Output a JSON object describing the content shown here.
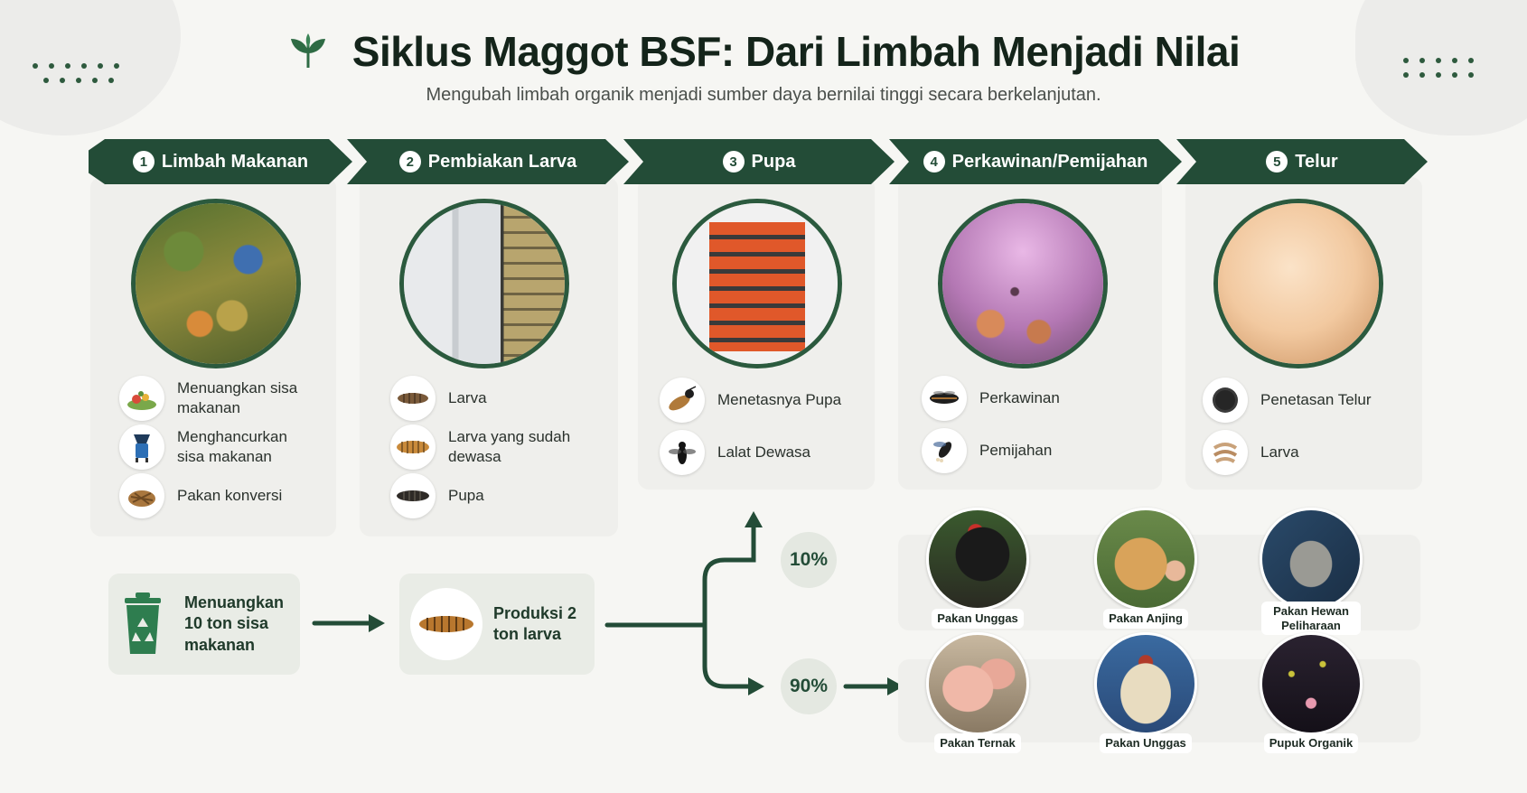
{
  "header": {
    "title": "Siklus Maggot BSF: Dari Limbah Menjadi Nilai",
    "subtitle": "Mengubah limbah organik menjadi sumber daya bernilai tinggi secara berkelanjutan."
  },
  "steps": [
    {
      "num": "1",
      "label": "Limbah Makanan",
      "items": [
        "Menuangkan sisa makanan",
        "Menghancurkan sisa makanan",
        "Pakan konversi"
      ]
    },
    {
      "num": "2",
      "label": "Pembiakan Larva",
      "items": [
        "Larva",
        "Larva yang sudah dewasa",
        "Pupa"
      ]
    },
    {
      "num": "3",
      "label": "Pupa",
      "items": [
        "Menetasnya Pupa",
        "Lalat Dewasa"
      ]
    },
    {
      "num": "4",
      "label": "Perkawinan/Pemijahan",
      "items": [
        "Perkawinan",
        "Pemijahan"
      ]
    },
    {
      "num": "5",
      "label": "Telur",
      "items": [
        "Penetasan Telur",
        "Larva"
      ]
    }
  ],
  "flow": {
    "input_label": "Menuangkan 10 ton sisa makanan",
    "production_label": "Produksi 2 ton larva",
    "split_top_pct": "10%",
    "split_bottom_pct": "90%"
  },
  "outputs_top": [
    "Pakan Unggas",
    "Pakan Anjing",
    "Pakan Hewan Peliharaan"
  ],
  "outputs_bottom": [
    "Pakan Ternak",
    "Pakan Unggas",
    "Pupuk Organik"
  ],
  "colors": {
    "primary": "#234c37",
    "background": "#f6f6f3",
    "card": "#efefec"
  }
}
